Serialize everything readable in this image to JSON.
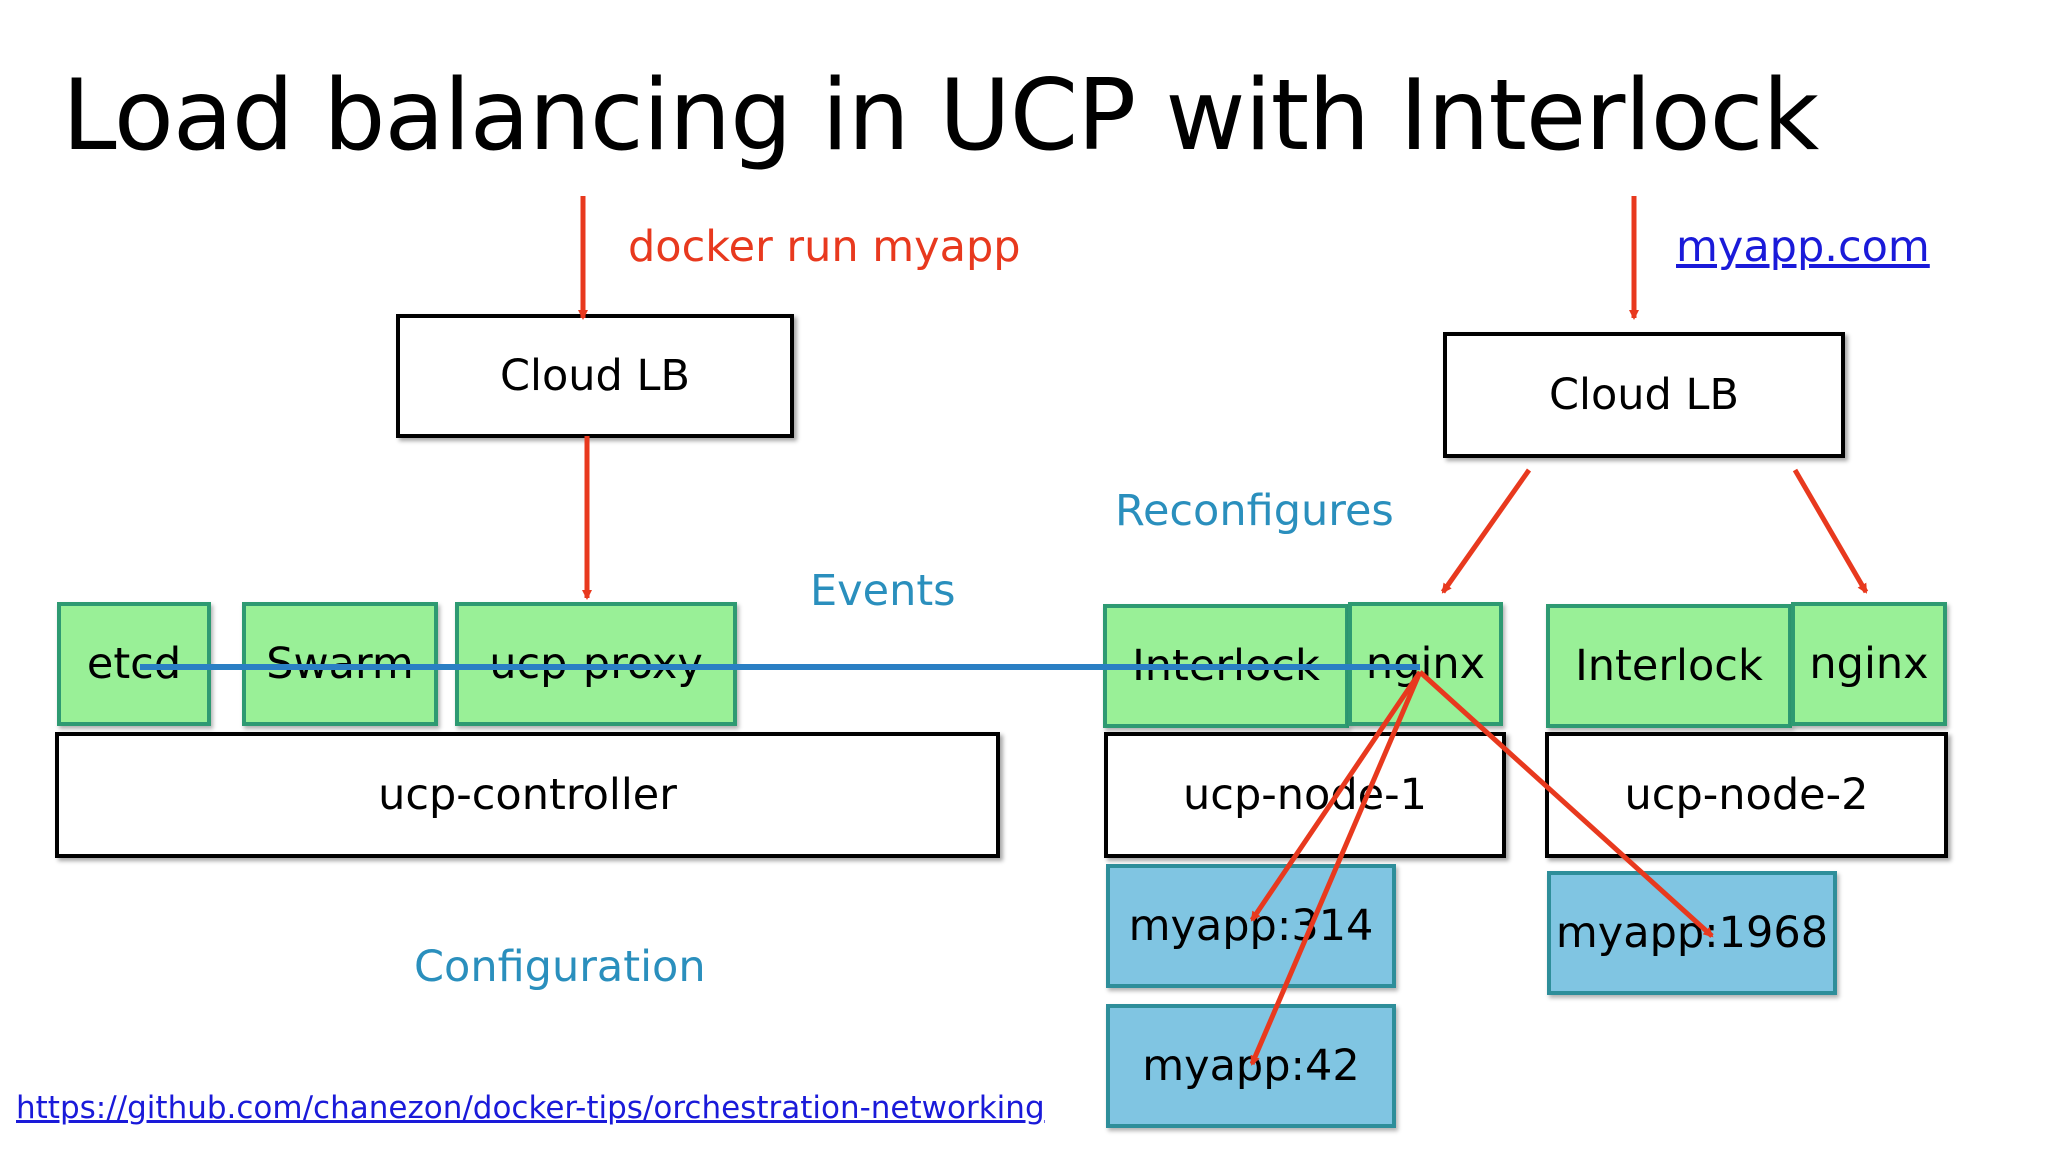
{
  "slide": {
    "title": "Load balancing in UCP with Interlock",
    "reference_url": "https://github.com/chanezon/docker-tips/orchestration-networking"
  },
  "left": {
    "trigger_label": "docker run myapp",
    "cloud_lb": "Cloud LB",
    "components": [
      "etcd",
      "Swarm",
      "ucp-proxy"
    ],
    "controller": "ucp-controller",
    "events_label": "Events",
    "configuration_label": "Configuration"
  },
  "right": {
    "domain_link": "myapp.com",
    "cloud_lb": "Cloud LB",
    "reconfigures_label": "Reconfigures",
    "node1": {
      "interlock": "Interlock",
      "nginx": "nginx",
      "name": "ucp-node-1",
      "containers": [
        "myapp:314",
        "myapp:42"
      ]
    },
    "node2": {
      "interlock": "Interlock",
      "nginx": "nginx",
      "name": "ucp-node-2",
      "containers": [
        "myapp:1968"
      ]
    }
  },
  "colors": {
    "arrow_red": "#e8391e",
    "event_line_blue": "#2a7fc4",
    "component_green": "#99f097",
    "container_blue": "#80c5e2",
    "label_teal": "#2a8fbd",
    "link_blue": "#1a1ad9"
  }
}
